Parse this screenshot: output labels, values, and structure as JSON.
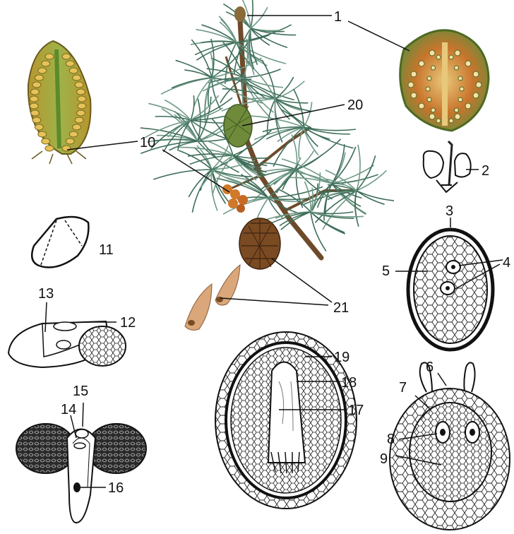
{
  "labels": [
    "1",
    "2",
    "3",
    "4",
    "5",
    "6",
    "7",
    "8",
    "9",
    "10",
    "11",
    "12",
    "13",
    "14",
    "15",
    "16",
    "17",
    "18",
    "19",
    "20",
    "21"
  ],
  "colors": {
    "needle": "#3f6e5a",
    "needle_light": "#6f9a86",
    "branch": "#6e4a2a",
    "cone_brown": "#7a4a22",
    "cone_green": "#6f8a3a",
    "male_orange": "#d0792a",
    "cone_section_green": "#8aa53c",
    "cone_section_orange": "#c8742c",
    "seed_tan": "#d9a77a",
    "ink": "#111111"
  }
}
